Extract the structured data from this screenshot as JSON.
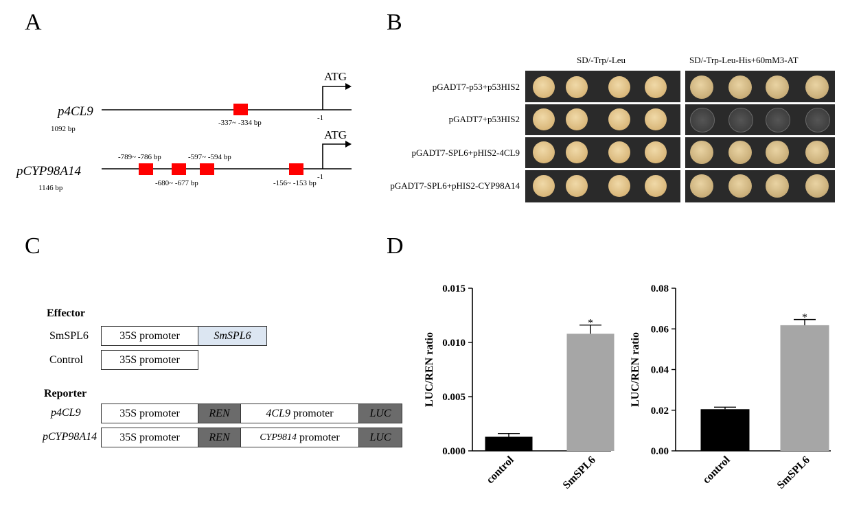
{
  "panels": {
    "a": "A",
    "b": "B",
    "c": "C",
    "d": "D"
  },
  "panel_a": {
    "tss_label": "ATG",
    "minus_one": "-1",
    "promoters": [
      {
        "name": "p4CL9",
        "length": "1092 bp",
        "sites": [
          "-337~ -334 bp"
        ]
      },
      {
        "name": "pCYP98A14",
        "length": "1146 bp",
        "sites": [
          "-789~ -786 bp",
          "-680~ -677 bp",
          "-597~ -594 bp",
          "-156~ -153 bp"
        ]
      }
    ]
  },
  "panel_b": {
    "media": [
      "SD/-Trp/-Leu",
      "SD/-Trp-Leu-His+60mM3-AT"
    ],
    "rows": [
      "pGADT7-p53+p53HIS2",
      "pGADT7+p53HIS2",
      "pGADT7-SPL6+pHIS2-4CL9",
      "pGADT7-SPL6+pHIS2-CYP98A14"
    ],
    "growth_on_selective": [
      "strong",
      "weak",
      "strong",
      "strong"
    ]
  },
  "panel_c": {
    "effector_heading": "Effector",
    "reporter_heading": "Reporter",
    "effector_rows": [
      {
        "label": "SmSPL6",
        "promoter": "35S promoter",
        "gene": "SmSPL6"
      },
      {
        "label": "Control",
        "promoter": "35S promoter"
      }
    ],
    "reporter_rows": [
      {
        "label": "p4CL9",
        "promoter": "35S promoter",
        "ren": "REN",
        "target": "4CL9",
        "target_suffix": " promoter",
        "luc": "LUC"
      },
      {
        "label": "pCYP98A14",
        "promoter": "35S promoter",
        "ren": "REN",
        "target": "CYP9814",
        "target_suffix": " promoter",
        "luc": "LUC"
      }
    ],
    "colors": {
      "gene_fill": "#dce6f2",
      "ren_luc_fill": "#6b6b6b"
    }
  },
  "chart_data": [
    {
      "type": "bar",
      "categories": [
        "control",
        "SmSPL6"
      ],
      "values": [
        0.0013,
        0.0108
      ],
      "errors": [
        0.0003,
        0.0008
      ],
      "significance": [
        "",
        "*"
      ],
      "ylabel": "LUC/REN ratio",
      "ylim": [
        0,
        0.015
      ],
      "yticks": [
        "0.000",
        "0.005",
        "0.010",
        "0.015"
      ],
      "colors": [
        "#000000",
        "#a6a6a6"
      ]
    },
    {
      "type": "bar",
      "categories": [
        "control",
        "SmSPL6"
      ],
      "values": [
        0.0205,
        0.0618
      ],
      "errors": [
        0.001,
        0.0028
      ],
      "significance": [
        "",
        "*"
      ],
      "ylabel": "LUC/REN ratio",
      "ylim": [
        0,
        0.08
      ],
      "yticks": [
        "0.00",
        "0.02",
        "0.04",
        "0.06",
        "0.08"
      ],
      "colors": [
        "#000000",
        "#a6a6a6"
      ]
    }
  ]
}
